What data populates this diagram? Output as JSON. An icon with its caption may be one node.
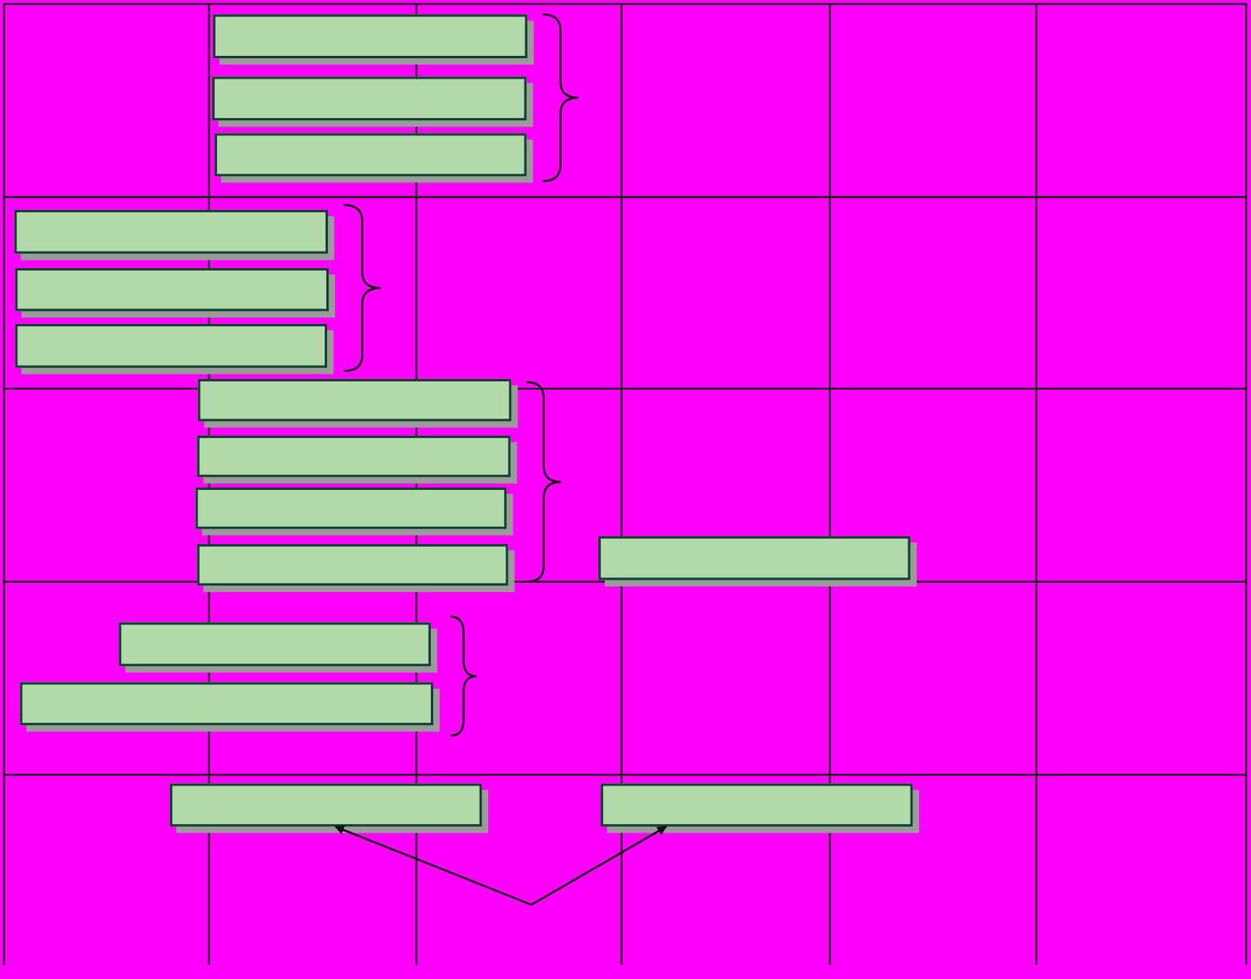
{
  "diagram": {
    "nodes": [
      {
        "text": [],
        "shape": "box"
      },
      {
        "text": [],
        "shape": "box"
      },
      {
        "text": [],
        "shape": "box"
      },
      {
        "text": [],
        "shape": "box"
      },
      {
        "text": [],
        "shape": "box"
      },
      {
        "text": [],
        "shape": "box"
      },
      {
        "text": [],
        "shape": "box"
      },
      {
        "text": [],
        "shape": "box"
      },
      {
        "text": [],
        "shape": "box"
      },
      {
        "text": [],
        "shape": "box"
      },
      {
        "text": [],
        "shape": "box"
      },
      {
        "text": [],
        "shape": "box"
      },
      {
        "text": [],
        "shape": "box"
      },
      {
        "text": [],
        "shape": "box"
      },
      {
        "text": [],
        "shape": "box"
      }
    ],
    "edges": [
      {
        "from": null,
        "to": 13,
        "arrow": "to"
      },
      {
        "from": null,
        "to": 14,
        "arrow": "to"
      }
    ]
  }
}
